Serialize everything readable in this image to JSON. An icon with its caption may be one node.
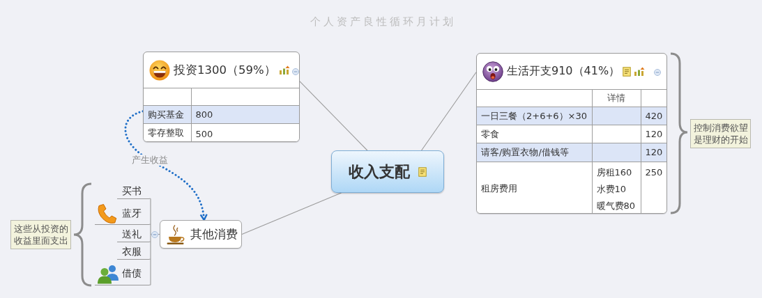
{
  "diagram": {
    "title": "个人资产良性循环月计划",
    "nodes": [
      {
        "text": [
          "收入支配"
        ]
      },
      {
        "text": [
          "投资1300（59%）",
          "购买基金",
          "800",
          "零存整取",
          "500"
        ]
      },
      {
        "text": [
          "生活开支910（41%）",
          "详情",
          "一日三餐（2+6+6）×30",
          "420",
          "零食",
          "120",
          "请客/购置衣物/借钱等",
          "120",
          "租房费用",
          "房租160",
          "水费10",
          "暖气费80",
          "250"
        ]
      },
      {
        "text": [
          "其他消费"
        ]
      },
      {
        "text": [
          "买书"
        ]
      },
      {
        "text": [
          "蓝牙"
        ]
      },
      {
        "text": [
          "送礼"
        ]
      },
      {
        "text": [
          "衣服"
        ]
      },
      {
        "text": [
          "借债"
        ]
      },
      {
        "text": [
          "控制消费欲望是理财的开始"
        ]
      },
      {
        "text": [
          "这些从投资的收益里面支出"
        ]
      }
    ],
    "edges": [
      {
        "from": 0,
        "to": 1,
        "arrow": "none"
      },
      {
        "from": 0,
        "to": 2,
        "arrow": "none"
      },
      {
        "from": 0,
        "to": 3,
        "arrow": "none"
      },
      {
        "from": 3,
        "to": 4,
        "arrow": "none"
      },
      {
        "from": 3,
        "to": 5,
        "arrow": "none"
      },
      {
        "from": 3,
        "to": 6,
        "arrow": "none"
      },
      {
        "from": 3,
        "to": 7,
        "arrow": "none"
      },
      {
        "from": 3,
        "to": 8,
        "arrow": "none"
      },
      {
        "from": 1,
        "to": 3,
        "arrow": "to",
        "label": "产生收益",
        "style": "dashed",
        "color": "#1f6fc8"
      }
    ]
  }
}
